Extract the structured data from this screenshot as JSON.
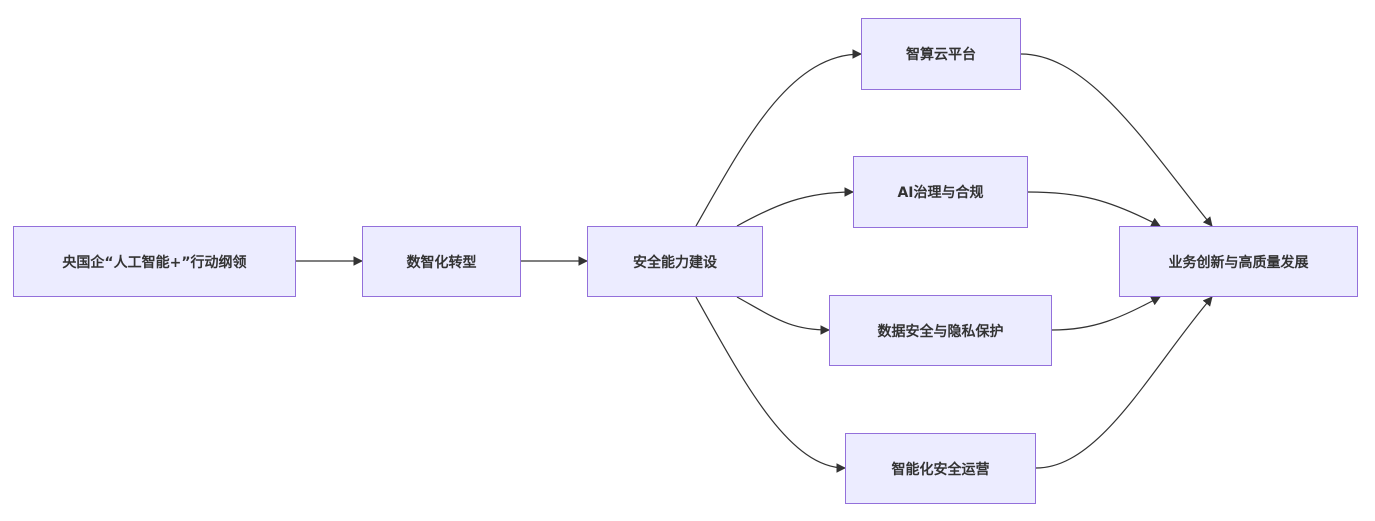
{
  "nodes": [
    {
      "id": "n1",
      "label": "央国企“人工智能+”行动纲领"
    },
    {
      "id": "n2",
      "label": "数智化转型"
    },
    {
      "id": "n3",
      "label": "安全能力建设"
    },
    {
      "id": "n4",
      "label": "智算云平台"
    },
    {
      "id": "n5",
      "label": "AI治理与合规"
    },
    {
      "id": "n6",
      "label": "数据安全与隐私保护"
    },
    {
      "id": "n7",
      "label": "智能化安全运营"
    },
    {
      "id": "n8",
      "label": "业务创新与高质量发展"
    }
  ],
  "edges": [
    {
      "from": "n1",
      "to": "n2"
    },
    {
      "from": "n2",
      "to": "n3"
    },
    {
      "from": "n3",
      "to": "n4"
    },
    {
      "from": "n3",
      "to": "n5"
    },
    {
      "from": "n3",
      "to": "n6"
    },
    {
      "from": "n3",
      "to": "n7"
    },
    {
      "from": "n4",
      "to": "n8"
    },
    {
      "from": "n5",
      "to": "n8"
    },
    {
      "from": "n6",
      "to": "n8"
    },
    {
      "from": "n7",
      "to": "n8"
    }
  ],
  "colors": {
    "node_fill": "#ECECFF",
    "node_border": "#9370DB",
    "edge": "#333333",
    "text": "#333333"
  }
}
